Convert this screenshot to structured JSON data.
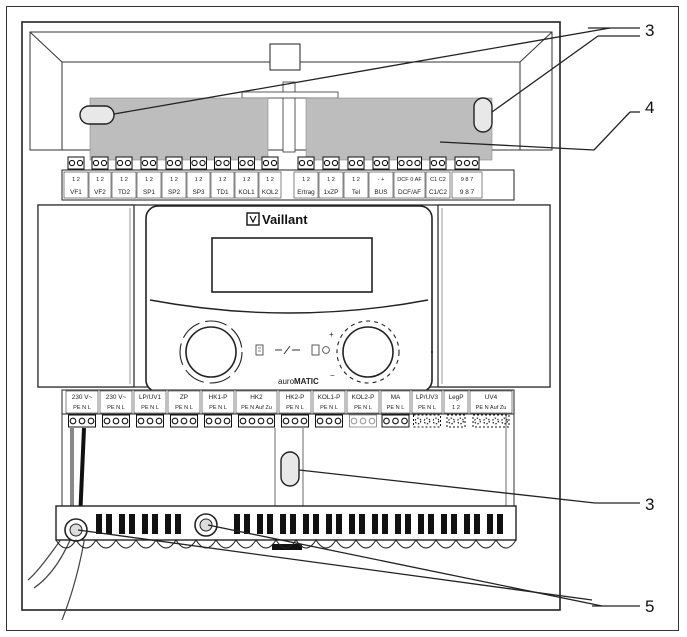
{
  "device": {
    "brand": "Vaillant",
    "model_prefix": "auro",
    "model_suffix": "MATIC"
  },
  "top_terminals": [
    {
      "label": "VF1",
      "pins": "1 2"
    },
    {
      "label": "VF2",
      "pins": "1 2"
    },
    {
      "label": "TD2",
      "pins": "1 2"
    },
    {
      "label": "SP1",
      "pins": "1 2"
    },
    {
      "label": "SP2",
      "pins": "1 2"
    },
    {
      "label": "SP3",
      "pins": "1 2"
    },
    {
      "label": "TD1",
      "pins": "1 2"
    },
    {
      "label": "KOL1",
      "pins": "1 2"
    },
    {
      "label": "KOL2",
      "pins": "1 2"
    },
    {
      "label": "Ertrag",
      "pins": "1 2"
    },
    {
      "label": "1xZP",
      "pins": "1 2"
    },
    {
      "label": "Tel",
      "pins": "1 2"
    },
    {
      "label": "BUS",
      "pins": "- +"
    },
    {
      "label": "DCF/AF",
      "pins": "DCF 0 AF"
    },
    {
      "label": "C1/C2",
      "pins": "C1 C2"
    },
    {
      "label": "9 8 7",
      "pins": "9 8 7"
    }
  ],
  "bottom_terminals": [
    {
      "label": "230 V~",
      "pins": "PE N L"
    },
    {
      "label": "230 V~",
      "pins": "PE N L"
    },
    {
      "label": "LP/UV1",
      "pins": "PE N L"
    },
    {
      "label": "ZP",
      "pins": "PE N L"
    },
    {
      "label": "HK1-P",
      "pins": "PE N L"
    },
    {
      "label": "HK2",
      "pins": "PE N Auf Zu"
    },
    {
      "label": "HK2-P",
      "pins": "PE N L"
    },
    {
      "label": "KOL1-P",
      "pins": "PE N L"
    },
    {
      "label": "KOL2-P",
      "pins": "PE N L"
    },
    {
      "label": "MA",
      "pins": "PE N L"
    },
    {
      "label": "LP/UV3",
      "pins": "PE N L"
    },
    {
      "label": "LegP",
      "pins": "1 2"
    },
    {
      "label": "UV4",
      "pins": "PE N Auf Zu"
    }
  ],
  "callouts": [
    "3",
    "4",
    "3",
    "5"
  ]
}
